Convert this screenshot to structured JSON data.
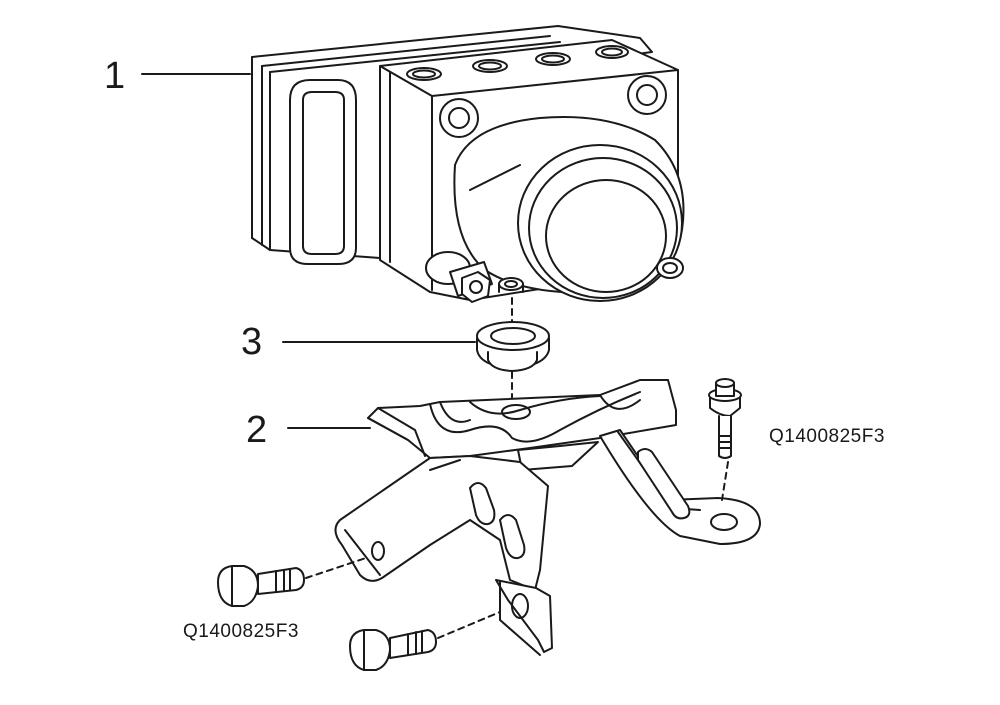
{
  "callouts": [
    {
      "id": "1",
      "label": "1"
    },
    {
      "id": "2",
      "label": "2"
    },
    {
      "id": "3",
      "label": "3"
    }
  ],
  "part_numbers": {
    "bolt_right": "Q1400825F3",
    "bolt_left": "Q1400825F3"
  },
  "colors": {
    "line": "#1a1a1a",
    "fill": "#ffffff",
    "shade": "#f2f2f2"
  }
}
